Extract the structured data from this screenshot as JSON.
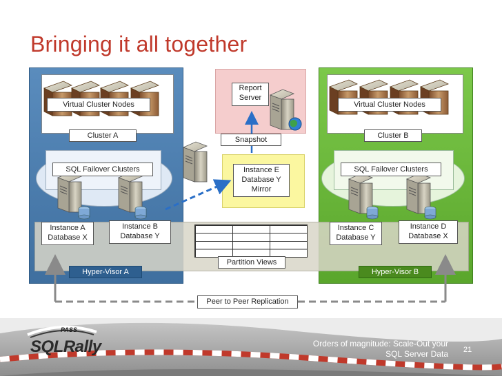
{
  "title": "Bringing it all together",
  "left_panel": {
    "nodes_label": "Virtual Cluster Nodes",
    "cluster_label": "Cluster A",
    "failover_label": "SQL Failover Clusters",
    "instance_a": [
      "Instance A",
      "Database X"
    ],
    "instance_b": [
      "Instance B",
      "Database Y"
    ],
    "hypervisor_label": "Hyper-Visor A"
  },
  "right_panel": {
    "nodes_label": "Virtual Cluster Nodes",
    "cluster_label": "Cluster B",
    "failover_label": "SQL Failover Clusters",
    "instance_c": [
      "Instance C",
      "Database Y"
    ],
    "instance_d": [
      "Instance D",
      "Database X"
    ],
    "hypervisor_label": "Hyper-Visor B"
  },
  "center": {
    "report_server": [
      "Report",
      "Server"
    ],
    "snapshot_label": "Snapshot",
    "instance_e": [
      "Instance E",
      "Database Y",
      "Mirror"
    ],
    "partition_label": "Partition Views",
    "replication_label": "Peer to Peer Replication"
  },
  "footer": {
    "logo_top": "PASS",
    "logo_main": "SQLRally",
    "caption_line1": "Orders of magnitude: Scale-Out your",
    "caption_line2": "SQL Server Data",
    "page_number": "21"
  },
  "colors": {
    "title": "#c0392b",
    "left_panel": "#4f7fb0",
    "right_panel": "#6bb83a",
    "report_panel": "#f2c8c8",
    "mirror_panel": "#fbf7a0"
  }
}
